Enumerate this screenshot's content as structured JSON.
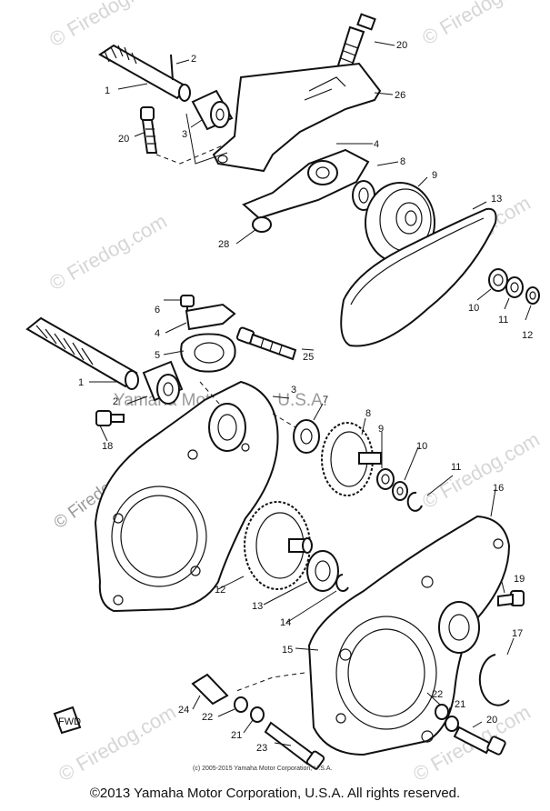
{
  "watermarks": {
    "firedog": "© Firedog.com",
    "yamaha": "Yamaha Motor Corp. U.S.A."
  },
  "small_notice": "(c) 2005-2015 Yamaha Motor Corporation, U.S.A.",
  "copyright": "©2013 Yamaha Motor Corporation, U.S.A. All rights reserved.",
  "fwd_mark": "FWD",
  "callouts": {
    "top": [
      "20",
      "2",
      "1",
      "26",
      "3",
      "20",
      "4",
      "8",
      "9",
      "13",
      "28",
      "10",
      "11",
      "12"
    ],
    "bottom": [
      "6",
      "4",
      "5",
      "25",
      "1",
      "3",
      "2",
      "7",
      "18",
      "8",
      "9",
      "10",
      "11",
      "16",
      "12",
      "13",
      "14",
      "19",
      "15",
      "17",
      "24",
      "22",
      "21",
      "22",
      "21",
      "20",
      "23"
    ]
  }
}
